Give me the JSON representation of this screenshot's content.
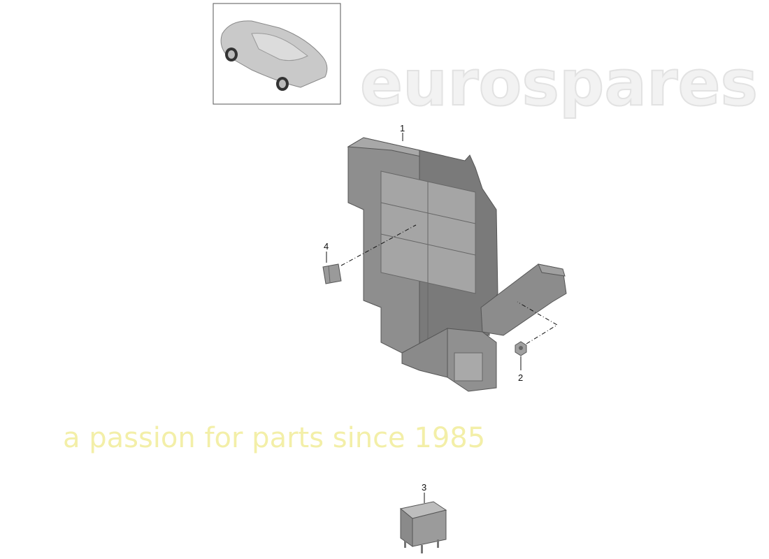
{
  "diagram": {
    "thumbnail": {
      "subject": "car-overview",
      "border_color": "#555555"
    },
    "callouts": [
      {
        "id": "1",
        "label": "1",
        "part": "fuse-relay-carrier"
      },
      {
        "id": "2",
        "label": "2",
        "part": "hex-nut"
      },
      {
        "id": "3",
        "label": "3",
        "part": "relay"
      },
      {
        "id": "4",
        "label": "4",
        "part": "fuse"
      }
    ],
    "part_color": "#8a8a8a"
  },
  "watermark": {
    "brand": "eurospares",
    "tagline": "a passion for parts since 1985",
    "tagline_color": "#f6f3b8"
  }
}
